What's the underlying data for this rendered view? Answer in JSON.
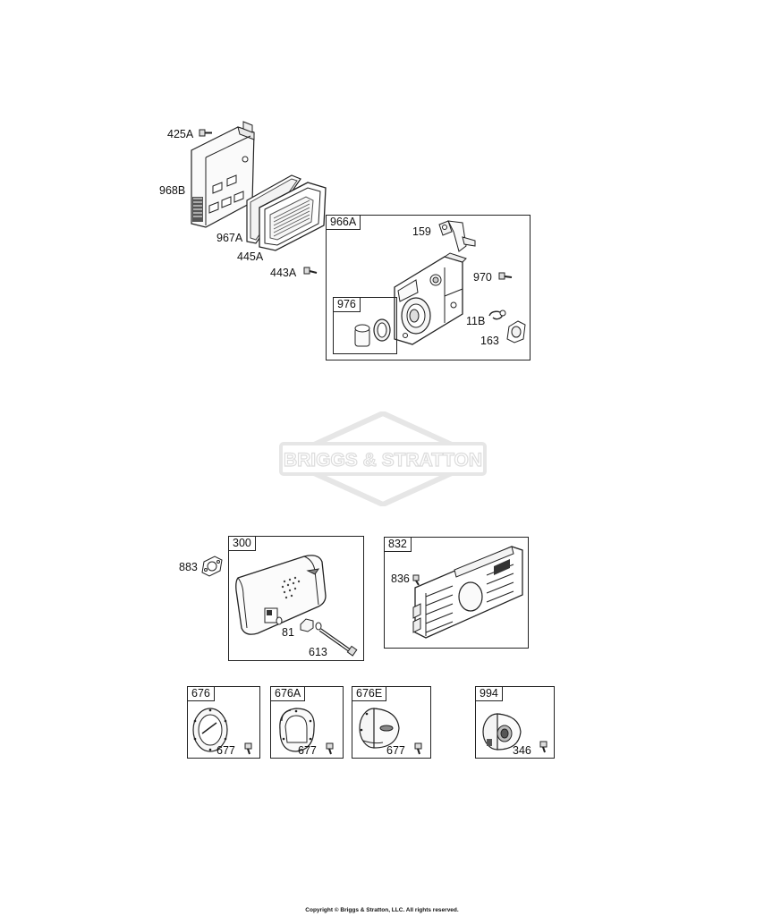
{
  "air_cleaner": {
    "labels": {
      "p425A": "425A",
      "p968B": "968B",
      "p967A": "967A",
      "p445A": "445A",
      "p443A": "443A"
    },
    "kit_966A": {
      "tag": "966A",
      "p159": "159",
      "p970": "970",
      "p11B": "11B",
      "p163": "163",
      "kit_976": {
        "tag": "976"
      }
    }
  },
  "watermark": {
    "brand": "BRIGGS & STRATTON"
  },
  "muffler": {
    "p883": "883",
    "kit_300": {
      "tag": "300",
      "p81": "81",
      "p613": "613"
    },
    "kit_832": {
      "tag": "832",
      "p836": "836"
    }
  },
  "deflectors": [
    {
      "tag": "676",
      "screw": "677"
    },
    {
      "tag": "676A",
      "screw": "677"
    },
    {
      "tag": "676E",
      "screw": "677"
    },
    {
      "tag": "994",
      "screw": "346"
    }
  ],
  "footer": {
    "copyright": "Copyright © Briggs & Stratton, LLC. All rights reserved."
  }
}
